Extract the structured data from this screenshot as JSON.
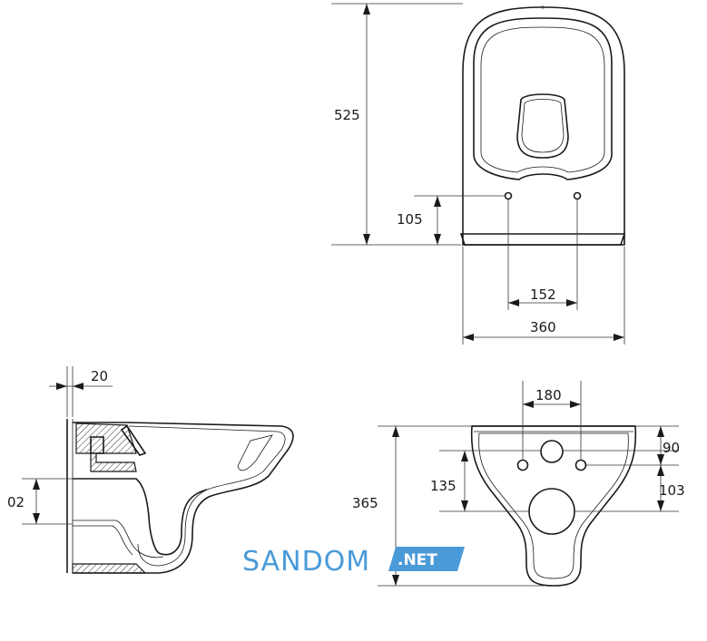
{
  "dimensions": {
    "top_height": "525",
    "top_fixing_height": "105",
    "top_fixing_spacing": "152",
    "top_width": "360",
    "side_wall_offset": "20",
    "side_inlet_height": "02",
    "front_height": "365",
    "front_hole_spacing": "180",
    "front_top_offset": "90",
    "front_side_offset": "135",
    "front_lower_offset": "103"
  },
  "logo": {
    "main": "SANDOM",
    "badge": ".NET"
  },
  "colors": {
    "line": "#1a1a1a",
    "logo_blue": "#4a9ad8"
  }
}
